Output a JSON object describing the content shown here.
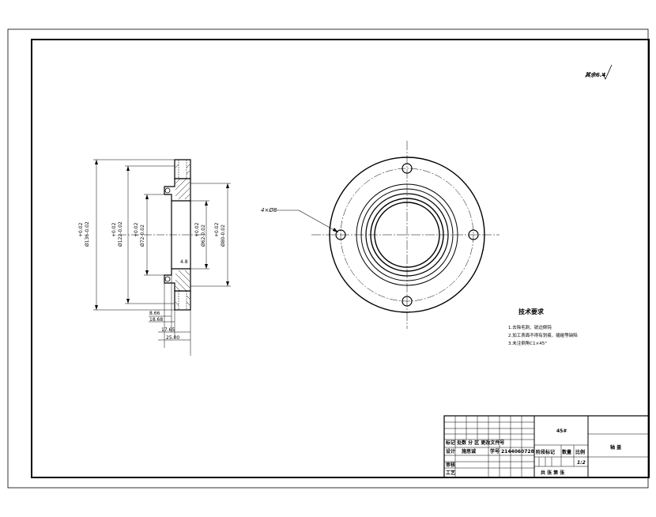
{
  "roughness_note": "其余6.4",
  "hole_callout": "4×Ø8",
  "section_dims": {
    "d136": "Ø136-0.02",
    "d136_tol": "+0.02",
    "d122": "Ø122-0.02",
    "d122_tol": "+0.02",
    "d72": "Ø72-0.02",
    "d72_tol": "+0.02",
    "d62": "Ø62-0.02",
    "d62_tol": "+0.02",
    "d80": "Ø80-0.02",
    "d80_tol": "+0.02",
    "chamfer": "4.8",
    "len_a": "8.66",
    "len_b": "18.68",
    "len_c": "17.65",
    "len_d": "25.00"
  },
  "tech_requirements": {
    "title": "技术要求",
    "lines": [
      "1.去除毛刺、锐边倒钝",
      "2.加工表面不得有划痕、磕碰等缺陷",
      "3.未注倒角C1×45°"
    ]
  },
  "title_block": {
    "material": "45#",
    "part_name": "轴 盖",
    "scale_label": "比例",
    "scale_value": "1:2",
    "qty_label": "数量",
    "stage_label": "阶段标记",
    "designer_label": "设计",
    "designer_name": "施思诚",
    "student_label": "学号",
    "student_id": "2144060728",
    "review_label": "审核",
    "process_label": "工艺",
    "sheets_label": "共 张  第 张",
    "change_row": "标记 处数 分 区 更改文件号"
  }
}
